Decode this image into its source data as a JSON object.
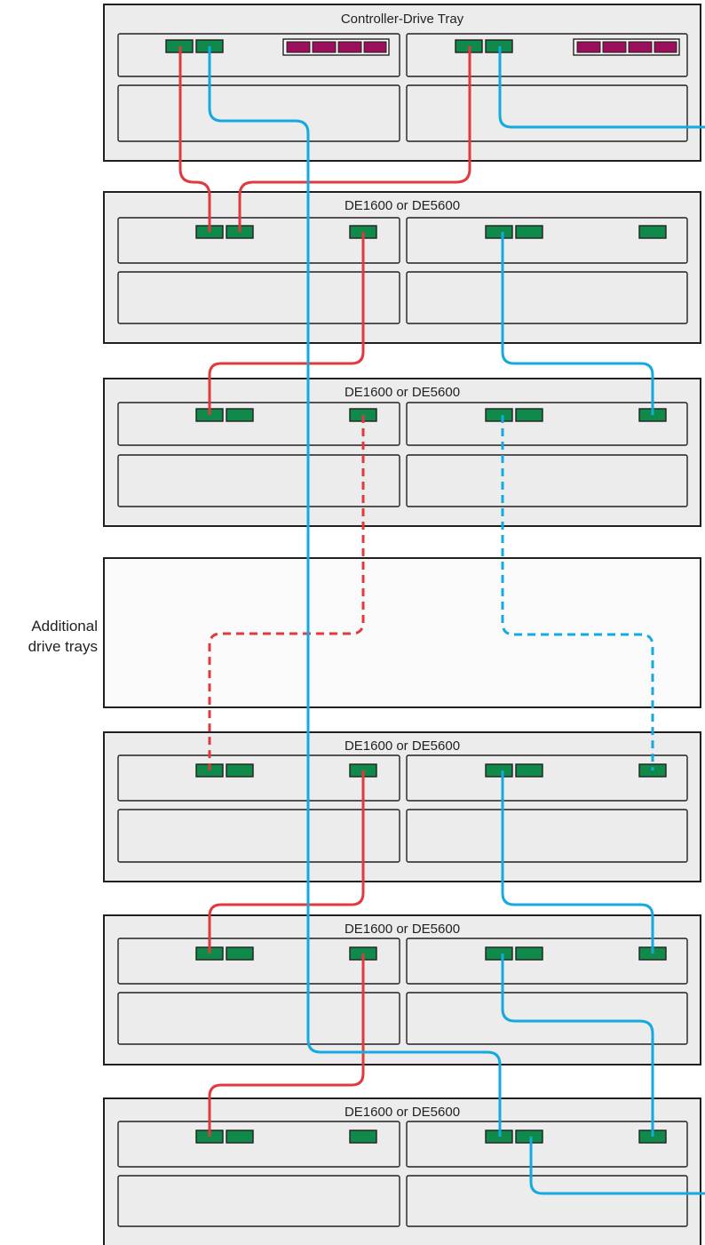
{
  "trays": [
    {
      "label": "Controller-Drive Tray",
      "type": "controller"
    },
    {
      "label": "DE1600 or DE5600",
      "type": "drive"
    },
    {
      "label": "DE1600 or DE5600",
      "type": "drive"
    },
    {
      "label": "DE1600 or DE5600",
      "type": "drive"
    },
    {
      "label": "DE1600 or DE5600",
      "type": "drive"
    },
    {
      "label": "DE1600 or DE5600",
      "type": "drive"
    }
  ],
  "additional": {
    "line1": "Additional",
    "line2": "drive trays"
  },
  "colors": {
    "cable_a": "#e03a3e",
    "cable_b": "#14a9e0",
    "port": "#0f8a4a",
    "host_port": "#9b0f5d",
    "tray_fill": "#ececed"
  }
}
